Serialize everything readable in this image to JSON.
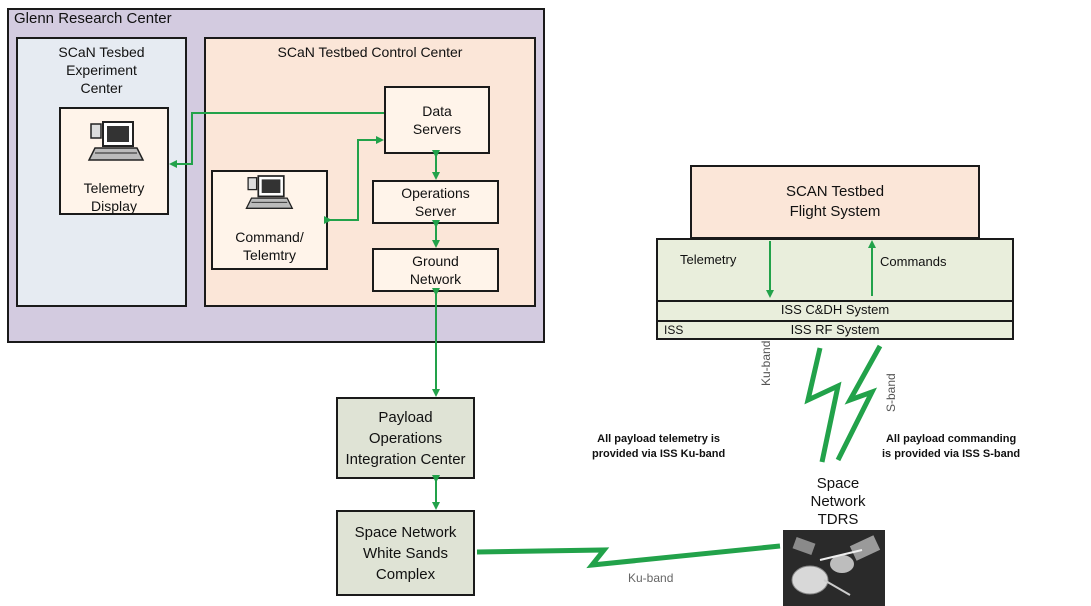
{
  "glenn": {
    "title": "Glenn Research Center"
  },
  "experiment": {
    "title_line1": "SCaN Tesbed",
    "title_line2": "Experiment",
    "title_line3": "Center",
    "display_line1": "Telemetry",
    "display_line2": "Display"
  },
  "control": {
    "title": "SCaN Testbed Control Center",
    "data_line1": "Data",
    "data_line2": "Servers",
    "ops_line1": "Operations",
    "ops_line2": "Server",
    "ground_line1": "Ground",
    "ground_line2": "Network",
    "cmd_line1": "Command/",
    "cmd_line2": "Telemtry"
  },
  "poic": {
    "line1": "Payload",
    "line2": "Operations",
    "line3": "Integration Center"
  },
  "wsc": {
    "line1": "Space Network",
    "line2": "White Sands",
    "line3": "Complex"
  },
  "flight": {
    "line1": "SCAN Testbed",
    "line2": "Flight System"
  },
  "iss": {
    "telemetry": "Telemetry",
    "commands": "Commands",
    "cdh": "ISS C&DH System",
    "iss_label": "ISS",
    "rf": "ISS RF System"
  },
  "links": {
    "ku_band_top": "Ku-band",
    "s_band": "S-band",
    "ku_band_bottom": "Ku-band"
  },
  "notes": {
    "left_line1": "All payload telemetry is",
    "left_line2": "provided via ISS Ku-band",
    "right_line1": "All payload commanding",
    "right_line2": "is provided via ISS S-band"
  },
  "tdrs": {
    "line1": "Space",
    "line2": "Network",
    "line3": "TDRS"
  }
}
